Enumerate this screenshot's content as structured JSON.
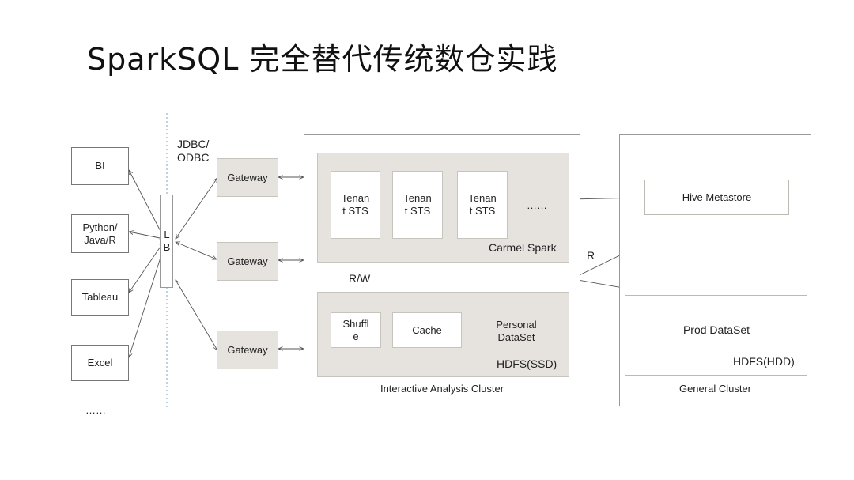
{
  "title": "SparkSQL 完全替代传统数仓实践",
  "clients": {
    "bi": "BI",
    "python": "Python/\nJava/R",
    "tableau": "Tableau",
    "excel": "Excel",
    "more": "……"
  },
  "lb": "L\nB",
  "jdbc": "JDBC/\nODBC",
  "gateways": [
    "Gateway",
    "Gateway",
    "Gateway"
  ],
  "interactive": {
    "cluster_label": "Interactive Analysis Cluster",
    "spark_label": "Carmel Spark",
    "tenants": [
      "Tenan\nt STS",
      "Tenan\nt STS",
      "Tenan\nt STS"
    ],
    "tenant_more": "……",
    "storage_label": "HDFS(SSD)",
    "shuffle": "Shuffl\ne",
    "cache": "Cache",
    "personal": "Personal\nDataSet",
    "rw": "R/W"
  },
  "general": {
    "cluster_label": "General Cluster",
    "metastore": "Hive Metastore",
    "storage_label": "HDFS(HDD)",
    "prod": "Prod DataSet",
    "r": "R"
  },
  "colors": {
    "grey_fill": "#e6e3df",
    "line": "#555555",
    "dotted": "#8bb8cc"
  }
}
